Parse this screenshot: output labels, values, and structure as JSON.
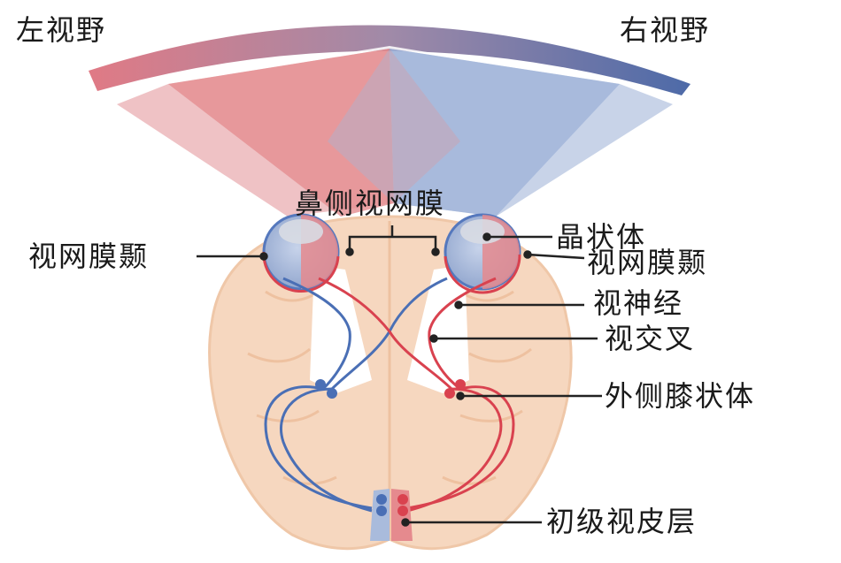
{
  "labels": {
    "left_field": "左视野",
    "right_field": "右视野",
    "nasal_retina": "鼻侧视网膜",
    "lens": "晶状体",
    "temporal_retina_left": "视网膜颞",
    "temporal_retina_right": "视网膜颞",
    "optic_nerve": "视神经",
    "optic_chiasm": "视交叉",
    "lgn": "外侧膝状体",
    "visual_cortex": "初级视皮层"
  },
  "colors": {
    "left_pathway": "#d9424f",
    "right_pathway": "#4a6fb5",
    "brain": "#f6d7bf",
    "field_red": "#e07a7e",
    "field_blue": "#8ea6d2"
  }
}
